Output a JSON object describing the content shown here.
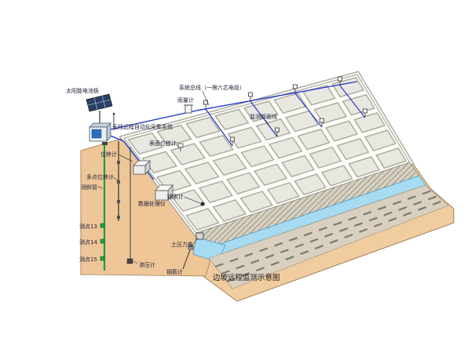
{
  "caption": "边坡远程监测示意图",
  "labels": {
    "solar_panel": "太阳能电池板",
    "system_bus": "系统总线（一根六芯电缆）",
    "rain_gauge": "雨量计",
    "section_line": "监测断面线",
    "wireless_system": "无线远程自动化采集系统",
    "surface_displacement": "表面位移计",
    "displacement": "位移计",
    "multipoint_displacement": "多点位移计",
    "inclinometer_tube": "测斜管",
    "data_processor": "数据处理仪",
    "anchor_meter": "锚索计",
    "point_13": "测点13",
    "point_14": "测点14",
    "point_15": "测点15",
    "earth_pressure_cell": "土压力盒",
    "seepage_meter": "渗压计",
    "rebar_meter": "钢筋计"
  },
  "colors": {
    "terrain": "#f0cc9e",
    "cut_face": "#eec697",
    "slope_face": "#e8e8e0",
    "channel": "#a6dbf2",
    "road": "#d9d0bf",
    "cable": "#1b32c8",
    "inclinometer_green": "#1f9e43"
  }
}
